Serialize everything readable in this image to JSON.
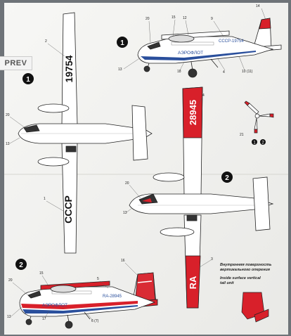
{
  "nav": {
    "prev_label": "PREV"
  },
  "scheme1": {
    "number": "1",
    "registration": "СССР-19754",
    "wing_registration": "19754",
    "wing_country": "СССР",
    "airline": "АЭРОФЛОТ",
    "callouts": [
      "2",
      "14",
      "20",
      "15",
      "12",
      "9",
      "13",
      "18",
      "4",
      "10 (11)",
      "13",
      "1"
    ]
  },
  "scheme2": {
    "number": "2",
    "registration": "RA-28945",
    "wing_registration": "28945",
    "wing_country": "RA",
    "airline": "АЭРОФЛОТ",
    "callouts": [
      "4",
      "3",
      "20",
      "13",
      "16",
      "20",
      "15",
      "5",
      "13",
      "17",
      "6 (7)"
    ]
  },
  "propeller": {
    "callout": "21",
    "markers": [
      "1",
      "2"
    ]
  },
  "note": {
    "ru_line1": "Внутренняя поверхность",
    "ru_line2": "вертикального оперения",
    "en_line1": "Inside surface vertical",
    "en_line2": "tail unit"
  },
  "colors": {
    "red": "#d8202a",
    "blue": "#2a4f9c",
    "paper": "#f4f4f2",
    "line": "#222222"
  }
}
